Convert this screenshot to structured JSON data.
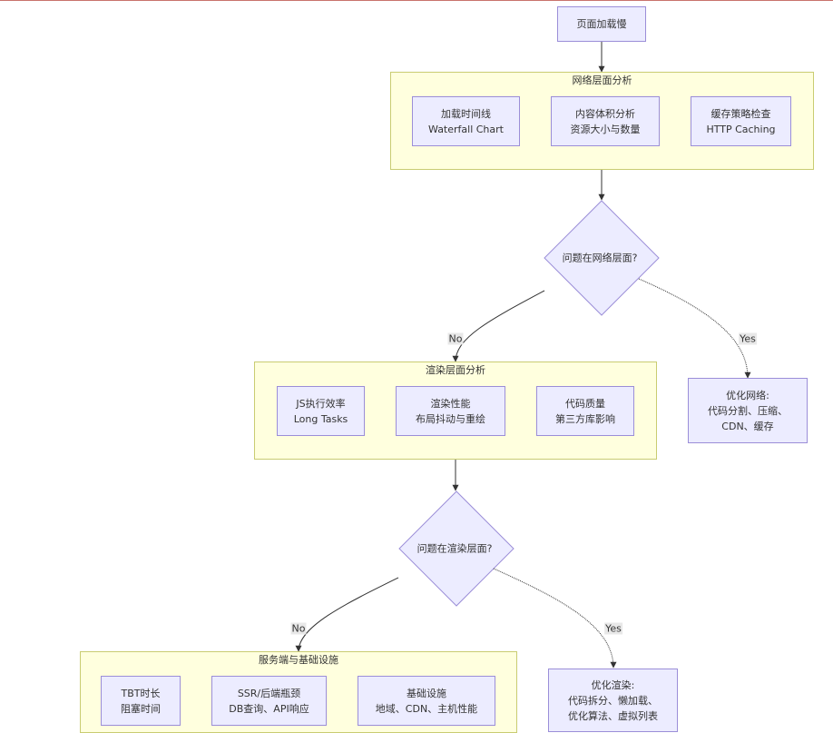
{
  "start": {
    "label": "页面加载慢"
  },
  "network_group": {
    "title": "网络层面分析",
    "nodes": [
      {
        "line1": "加载时间线",
        "line2": "Waterfall Chart"
      },
      {
        "line1": "内容体积分析",
        "line2": "资源大小与数量"
      },
      {
        "line1": "缓存策略检查",
        "line2": "HTTP Caching"
      }
    ]
  },
  "decision_network": {
    "label": "问题在网络层面?"
  },
  "optimize_network": {
    "line1": "优化网络:",
    "line2": "代码分割、压缩、",
    "line3": "CDN、缓存"
  },
  "render_group": {
    "title": "渲染层面分析",
    "nodes": [
      {
        "line1": "JS执行效率",
        "line2": "Long Tasks"
      },
      {
        "line1": "渲染性能",
        "line2": "布局抖动与重绘"
      },
      {
        "line1": "代码质量",
        "line2": "第三方库影响"
      }
    ]
  },
  "decision_render": {
    "label": "问题在渲染层面?"
  },
  "optimize_render": {
    "line1": "优化渲染:",
    "line2": "代码拆分、懒加载、",
    "line3": "优化算法、虚拟列表"
  },
  "server_group": {
    "title": "服务端与基础设施",
    "nodes": [
      {
        "line1": "TBT时长",
        "line2": "阻塞时间"
      },
      {
        "line1": "SSR/后端瓶颈",
        "line2": "DB查询、API响应"
      },
      {
        "line1": "基础设施",
        "line2": "地域、CDN、主机性能"
      }
    ]
  },
  "edges": {
    "yes": "Yes",
    "no": "No"
  },
  "colors": {
    "node_fill": "#ececff",
    "node_stroke": "#9b8ed8",
    "cluster_fill": "#ffffde",
    "cluster_stroke": "#c9cc72",
    "edge": "#333333",
    "edge_label_bg": "#e8e8e8"
  }
}
